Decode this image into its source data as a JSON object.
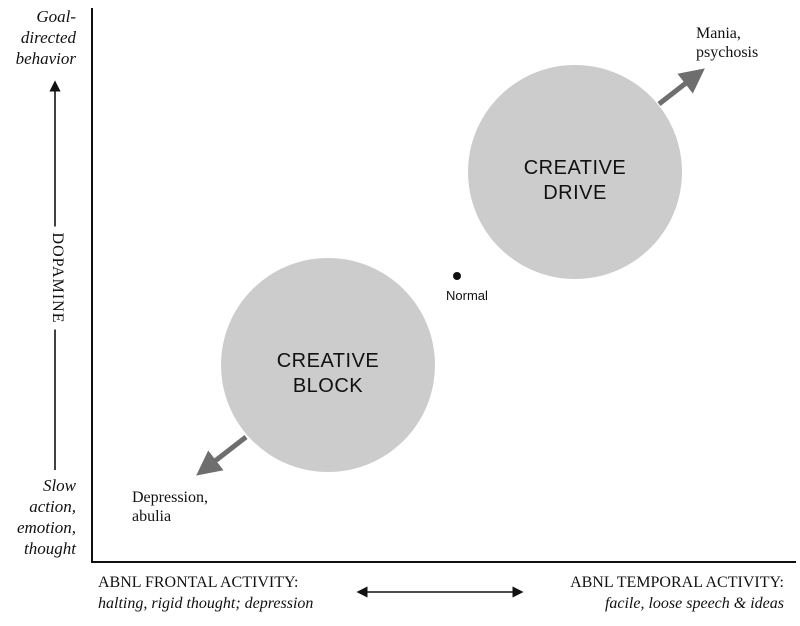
{
  "y_axis": {
    "label": "DOPAMINE",
    "top_label": [
      "Goal-",
      "directed",
      "behavior"
    ],
    "bottom_label": [
      "Slow",
      "action,",
      "emotion,",
      "thought"
    ]
  },
  "x_axis": {
    "left_title": "ABNL FRONTAL ACTIVITY:",
    "left_desc": "halting, rigid thought; depression",
    "right_title": "ABNL TEMPORAL ACTIVITY:",
    "right_desc": "facile, loose speech & ideas"
  },
  "regions": {
    "drive": {
      "line1": "CREATIVE",
      "line2": "DRIVE"
    },
    "block": {
      "line1": "CREATIVE",
      "line2": "BLOCK"
    }
  },
  "points": {
    "normal": "Normal"
  },
  "extremes": {
    "high": [
      "Mania,",
      "psychosis"
    ],
    "low": [
      "Depression,",
      "abulia"
    ]
  },
  "colors": {
    "circle_fill": "#cccccc",
    "arrow_gray": "#6e6e6e",
    "ink": "#111111"
  }
}
